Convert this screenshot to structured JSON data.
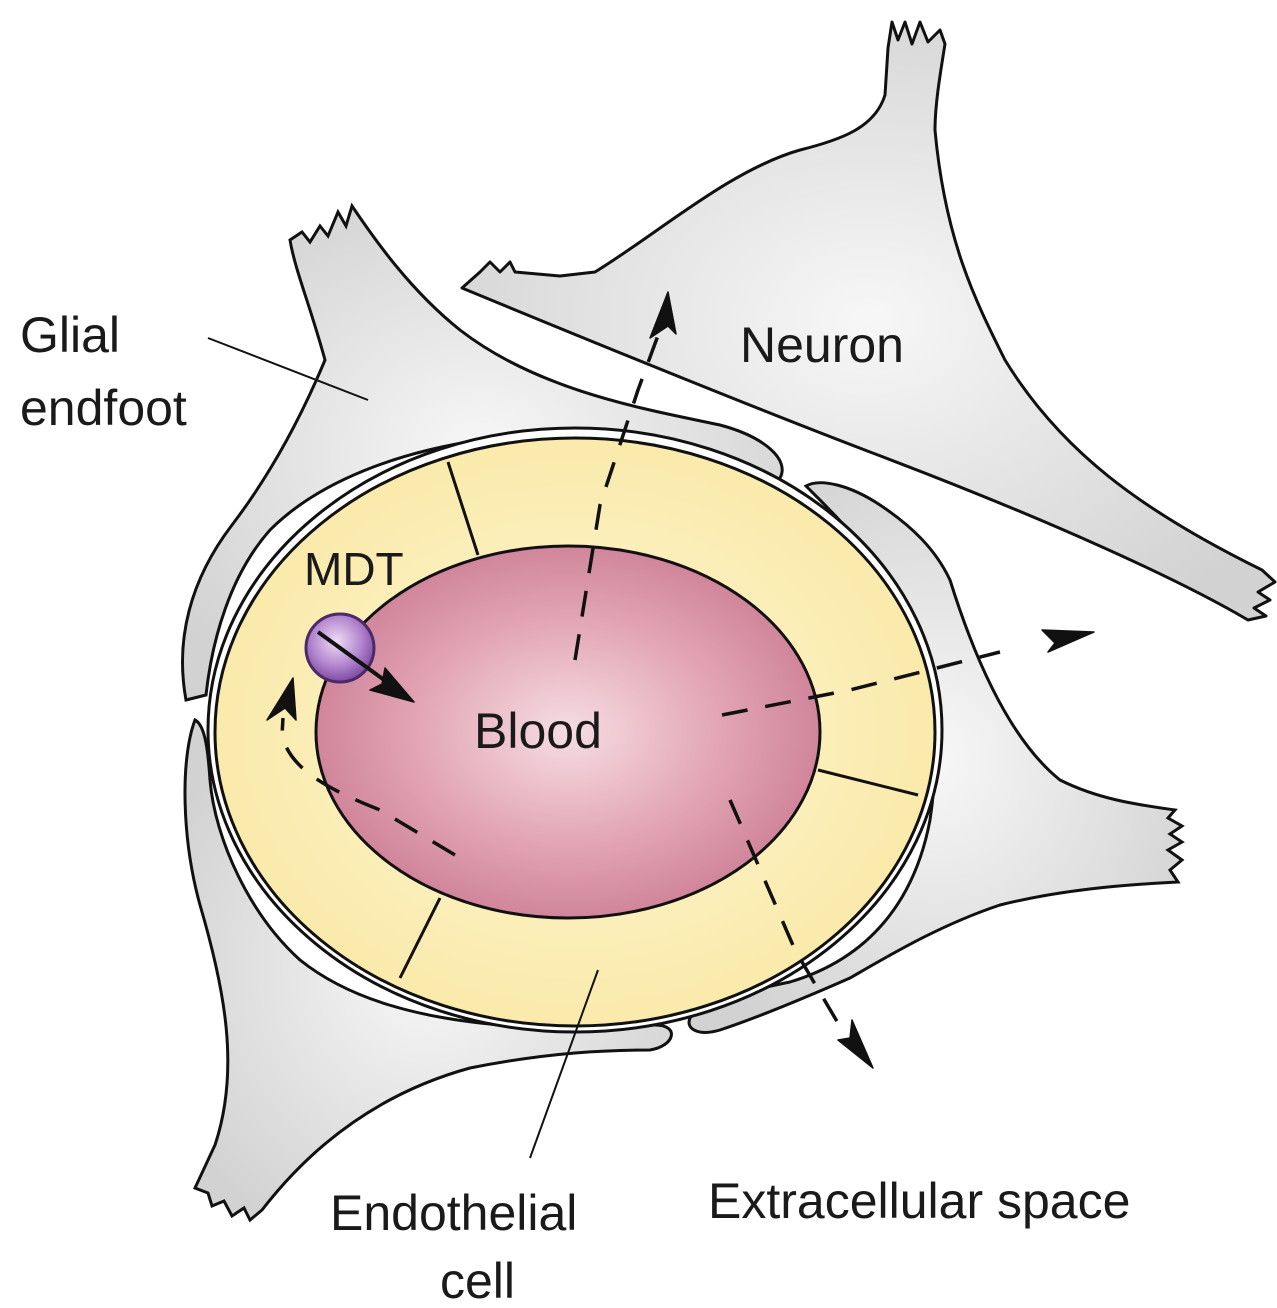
{
  "labels": {
    "glial_line1": "Glial",
    "glial_line2": "endfoot",
    "neuron": "Neuron",
    "mdt": "MDT",
    "blood": "Blood",
    "endothelial_line1": "Endothelial",
    "endothelial_line2": "cell",
    "extracellular": "Extracellular space"
  },
  "colors": {
    "cell_grey": "#e2e2e2",
    "endothelial_yellow": "#fbeeb4",
    "blood_pink": "#d98aa0",
    "mdt_purple": "#a070bf",
    "outline": "#111111"
  }
}
